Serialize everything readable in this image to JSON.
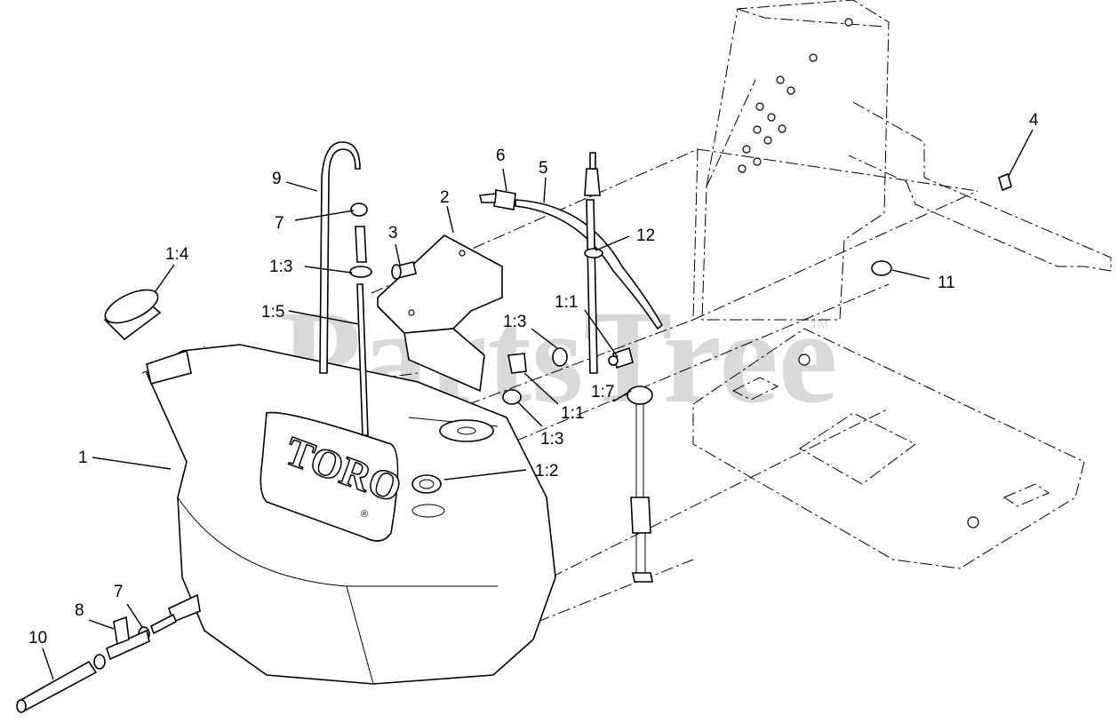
{
  "watermark": {
    "text": "PartsTree",
    "trademark": "TM"
  },
  "tank_logo": {
    "text": "TORO",
    "registered": "®"
  },
  "callouts": {
    "c1": "1",
    "c1_1a": "1:1",
    "c1_1b": "1:1",
    "c1_2": "1:2",
    "c1_3a": "1:3",
    "c1_3b": "1:3",
    "c1_3c": "1:3",
    "c1_4": "1:4",
    "c1_5": "1:5",
    "c1_7": "1:7",
    "c2": "2",
    "c3": "3",
    "c4": "4",
    "c5": "5",
    "c6": "6",
    "c7a": "7",
    "c7b": "7",
    "c8": "8",
    "c9": "9",
    "c10": "10",
    "c11": "11",
    "c12": "12"
  }
}
